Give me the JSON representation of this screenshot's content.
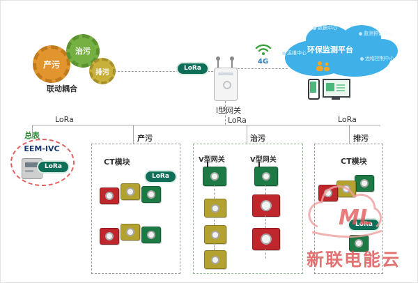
{
  "colors": {
    "red_module": "#c0272d",
    "yellow_module": "#b3a130",
    "green_module": "#1e7a44",
    "cloud_blue": "#3fb0e8",
    "lora_badge": "#0e6e57",
    "gear_orange": "#e2952f",
    "gear_green": "#76b043",
    "gear_yellow": "#c8b03b",
    "watermark_red": "#dd4f4f"
  },
  "gears": {
    "label": "联动耦合",
    "gear1": "产污",
    "gear2": "治污",
    "gear3": "排污"
  },
  "gateway": {
    "label": "I型网关",
    "lora": "LoRa",
    "g4": "4G"
  },
  "cloud": {
    "title": "环保监测平台",
    "node_top": "数据中心",
    "node_left": "运维中心",
    "node_right": "监测预警中心",
    "node_bottom": "远程控制中心"
  },
  "bus": {
    "lora_left": "LoRa",
    "lora_center": "LoRa",
    "lora_right": "LoRa"
  },
  "meter": {
    "label": "总表",
    "device": "EEM-IVC",
    "lora": "LoRa"
  },
  "box_chanwu": {
    "title": "产污",
    "ct_label": "CT模块",
    "lora": "LoRa"
  },
  "box_zhiwu": {
    "title": "治污",
    "gw_left": "V型网关",
    "gw_right": "V型网关"
  },
  "box_paiwu": {
    "title": "排污",
    "ct_label": "CT模块",
    "lora": "LoRa"
  },
  "watermark": {
    "logo": "ML",
    "text": "新联电能云"
  }
}
